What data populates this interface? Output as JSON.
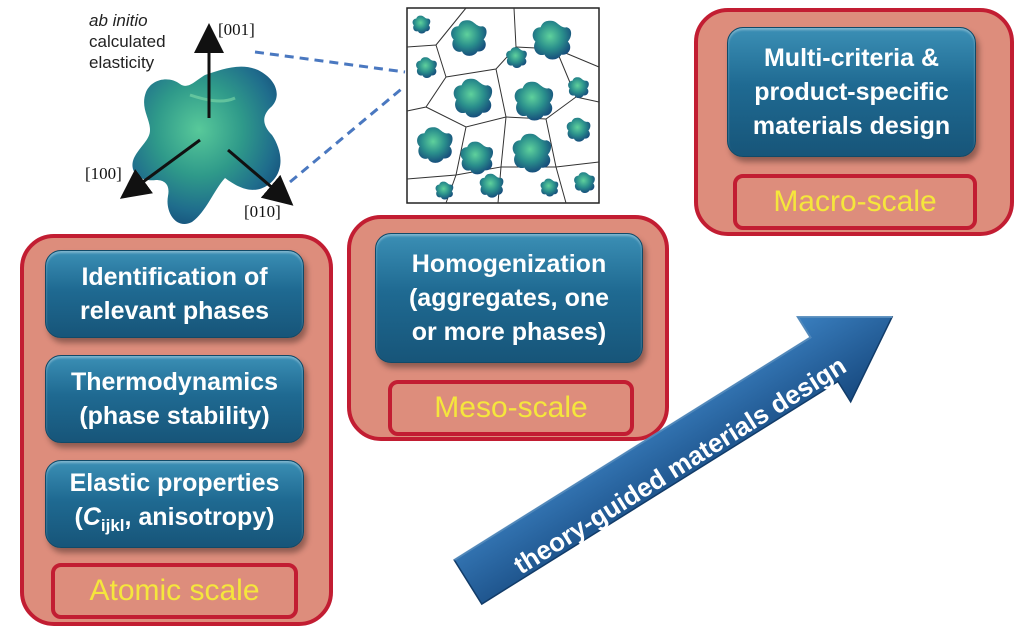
{
  "crystal": {
    "note_italic": "ab initio",
    "note_line2": "calculated",
    "note_line3": "elasticity",
    "axis_001": "[001]",
    "axis_100": "[100]",
    "axis_010": "[010]"
  },
  "atomic": {
    "box1_line1": "Identification of",
    "box1_line2": "relevant phases",
    "box2_line1": "Thermodynamics",
    "box2_line2": "(phase stability)",
    "box3_line1": "Elastic properties",
    "box3_c": "C",
    "box3_sub": "ijkl",
    "box3_rest": ", anisotropy)",
    "label": "Atomic scale"
  },
  "meso": {
    "line1": "Homogenization",
    "line2": "(aggregates, one",
    "line3": "or more phases)",
    "label": "Meso-scale"
  },
  "macro": {
    "line1": "Multi-criteria &",
    "line2": "product-specific",
    "line3": "materials design",
    "label": "Macro-scale"
  },
  "arrow": {
    "text": "theory-guided materials design"
  },
  "colors": {
    "panel_fill": "#dd8d7c",
    "panel_border": "#c21d32",
    "box_blue": "#1f6a92",
    "label_text": "#f5e63c",
    "arrow_blue": "#1e5a94"
  }
}
